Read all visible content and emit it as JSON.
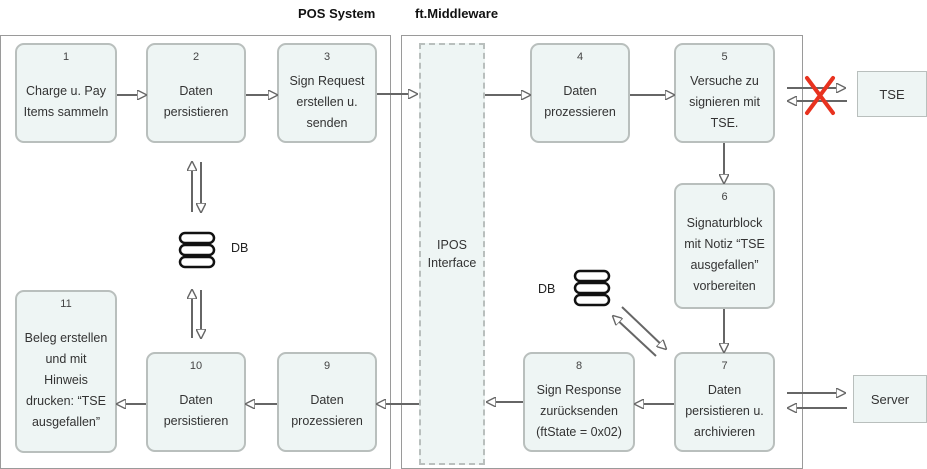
{
  "headers": {
    "pos_system": "POS System",
    "middleware": "ft.Middleware"
  },
  "boxes": [
    {
      "id": "box-1",
      "num": "1",
      "label": "Charge u. Pay\nItems sammeln"
    },
    {
      "id": "box-2",
      "num": "2",
      "label": "Daten\npersistieren"
    },
    {
      "id": "box-3",
      "num": "3",
      "label": "Sign Request\nerstellen u.\nsenden"
    },
    {
      "id": "box-4",
      "num": "4",
      "label": "Daten\nprozessieren"
    },
    {
      "id": "box-5",
      "num": "5",
      "label": "Versuche zu\nsignieren mit\nTSE."
    },
    {
      "id": "box-6",
      "num": "6",
      "label": "Signaturblock\nmit Notiz “TSE\nausgefallen”\nvorbereiten"
    },
    {
      "id": "box-7",
      "num": "7",
      "label": "Daten\npersistieren u.\narchivieren"
    },
    {
      "id": "box-8",
      "num": "8",
      "label": "Sign Response\nzurücksenden\n(ftState = 0x02)"
    },
    {
      "id": "box-9",
      "num": "9",
      "label": "Daten\nprozessieren"
    },
    {
      "id": "box-10",
      "num": "10",
      "label": "Daten\npersistieren"
    },
    {
      "id": "box-11",
      "num": "11",
      "label": "Beleg erstellen\nund mit\nHinweis\ndrucken: “TSE\nausgefallen”"
    }
  ],
  "ipos_interface": "IPOS\nInterface",
  "databases": {
    "pos_db_label": "DB",
    "middleware_db_label": "DB"
  },
  "external": {
    "tse": "TSE",
    "server": "Server"
  },
  "colors": {
    "box_fill": "#eef5f4",
    "box_border": "#b9bfbd",
    "arrow": "#666666",
    "failure_cross": "#e8321f"
  },
  "icons": {
    "database": "database-icon",
    "failure": "red-cross-icon"
  }
}
